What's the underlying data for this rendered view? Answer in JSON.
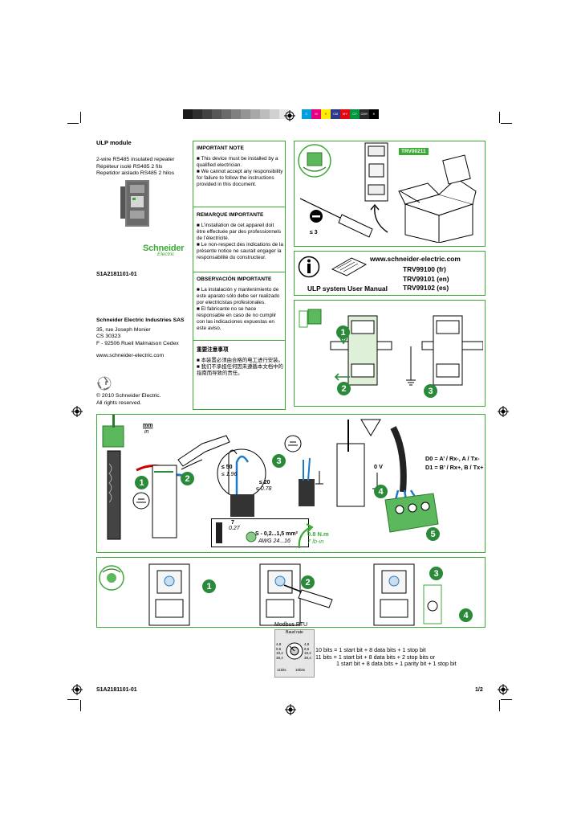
{
  "calibration_colors": [
    "#1a1a1a",
    "#2e2e2e",
    "#424242",
    "#575757",
    "#6b6b6b",
    "#808080",
    "#949494",
    "#a8a8a8",
    "#bdbdbd",
    "#d1d1d1",
    "#e6e6e6"
  ],
  "color_swatches": [
    {
      "label": "C",
      "color": "#00a0e0"
    },
    {
      "label": "M",
      "color": "#e6007e"
    },
    {
      "label": "Y",
      "color": "#ffed00"
    },
    {
      "label": "CM",
      "color": "#2d3a8c"
    },
    {
      "label": "MY",
      "color": "#e30613"
    },
    {
      "label": "CY",
      "color": "#009640"
    },
    {
      "label": "CMY",
      "color": "#2b2b2b"
    },
    {
      "label": "K",
      "color": "#000000"
    }
  ],
  "left": {
    "module_title": "ULP module",
    "product_lines": [
      "2-wire RS485 insulated repeater",
      "Répéteur isolé RS485 2 fils",
      "Repetidor aislado RS485 2 hilos"
    ],
    "brand": "Schneider",
    "brand_sub": "Electric",
    "doc_ref": "S1A2181101-01",
    "company": "Schneider Electric Industries SAS",
    "address": [
      "35, rue Joseph Monier",
      "CS 30323",
      "F - 92506 Rueil Malmaison Cedex"
    ],
    "website": "www.schneider-electric.com",
    "copyright": [
      "© 2010 Schneider Electric.",
      "All rights reserved."
    ]
  },
  "notes": {
    "en_title": "IMPORTANT NOTE",
    "en_items": [
      "■ This device must be installed by a qualified electrician.",
      "■ We cannot accept any responsibility for failure to follow the instructions provided in this document."
    ],
    "fr_title": "REMARQUE IMPORTANTE",
    "fr_items": [
      "■ L’installation de cet appareil doit être effectuée par des professionnels de l’électricité.",
      "■ Le non-respect des indications de la présente notice ne saurait engager la responsabilité du constructeur."
    ],
    "es_title": "OBSERVACIÓN IMPORTANTE",
    "es_items": [
      "■ La instalación y mantenimiento de este aparato sólo debe ser realizado por electricistas profesionales.",
      "■ El fabricante no se hace responsable en caso de no cumplir con las indicaciones expuestas en este aviso."
    ],
    "zh_title": "重要注意事项",
    "zh_items": [
      "■ 本装置必须由合格的电工进行安装。",
      "■ 我们不承担任何因未遵循本文档中的指南而导致的责任。"
    ]
  },
  "panels": {
    "box_label": "TRV00211",
    "screwdriver_label": "≤ 3",
    "website": "www.schneider-electric.com",
    "manual_label": "ULP system User Manual",
    "manual_refs": [
      "TRV99100 (fr)",
      "TRV99101 (en)",
      "TRV99102 (es)"
    ],
    "mm_label": "mm",
    "in_label": "in",
    "strip_50": "≤ 50",
    "strip_50_in": "≤ 1.96",
    "strip_20": "≤ 20",
    "strip_20_in": "≤ 0.78",
    "strip_7": "7",
    "strip_7_in": "0.27",
    "section": "S - 0,2...1,5 mm²",
    "awg": "AWG 24...16",
    "torque": "0.8 N.m",
    "torque_in": "7 lb-in",
    "zero_v": "0 V",
    "d0_label": "D0 = A’ / Rx-, A / Tx-",
    "d1_label": "D1 = B’ / Rx+, B / Tx+",
    "modbus": "Modbus RTU",
    "baud": "Baud rate",
    "baud_left": [
      "4,8",
      "9,6",
      "19,2",
      "38,4"
    ],
    "baud_right": [
      "4,8",
      "9,6",
      "19,2",
      "38,4"
    ],
    "bits_a": "11bits",
    "bits_b": "10bits",
    "bit_lines": [
      "10 bits = 1 start bit + 8 data bits + 1 stop bit",
      "11 bits = 1 start bit + 8 data bits + 2 stop bits or",
      "1 start bit + 8 data bits + 1 parity bit + 1 stop bit"
    ]
  },
  "footer": {
    "doc_ref": "S1A2181101-01",
    "page": "1/2"
  }
}
